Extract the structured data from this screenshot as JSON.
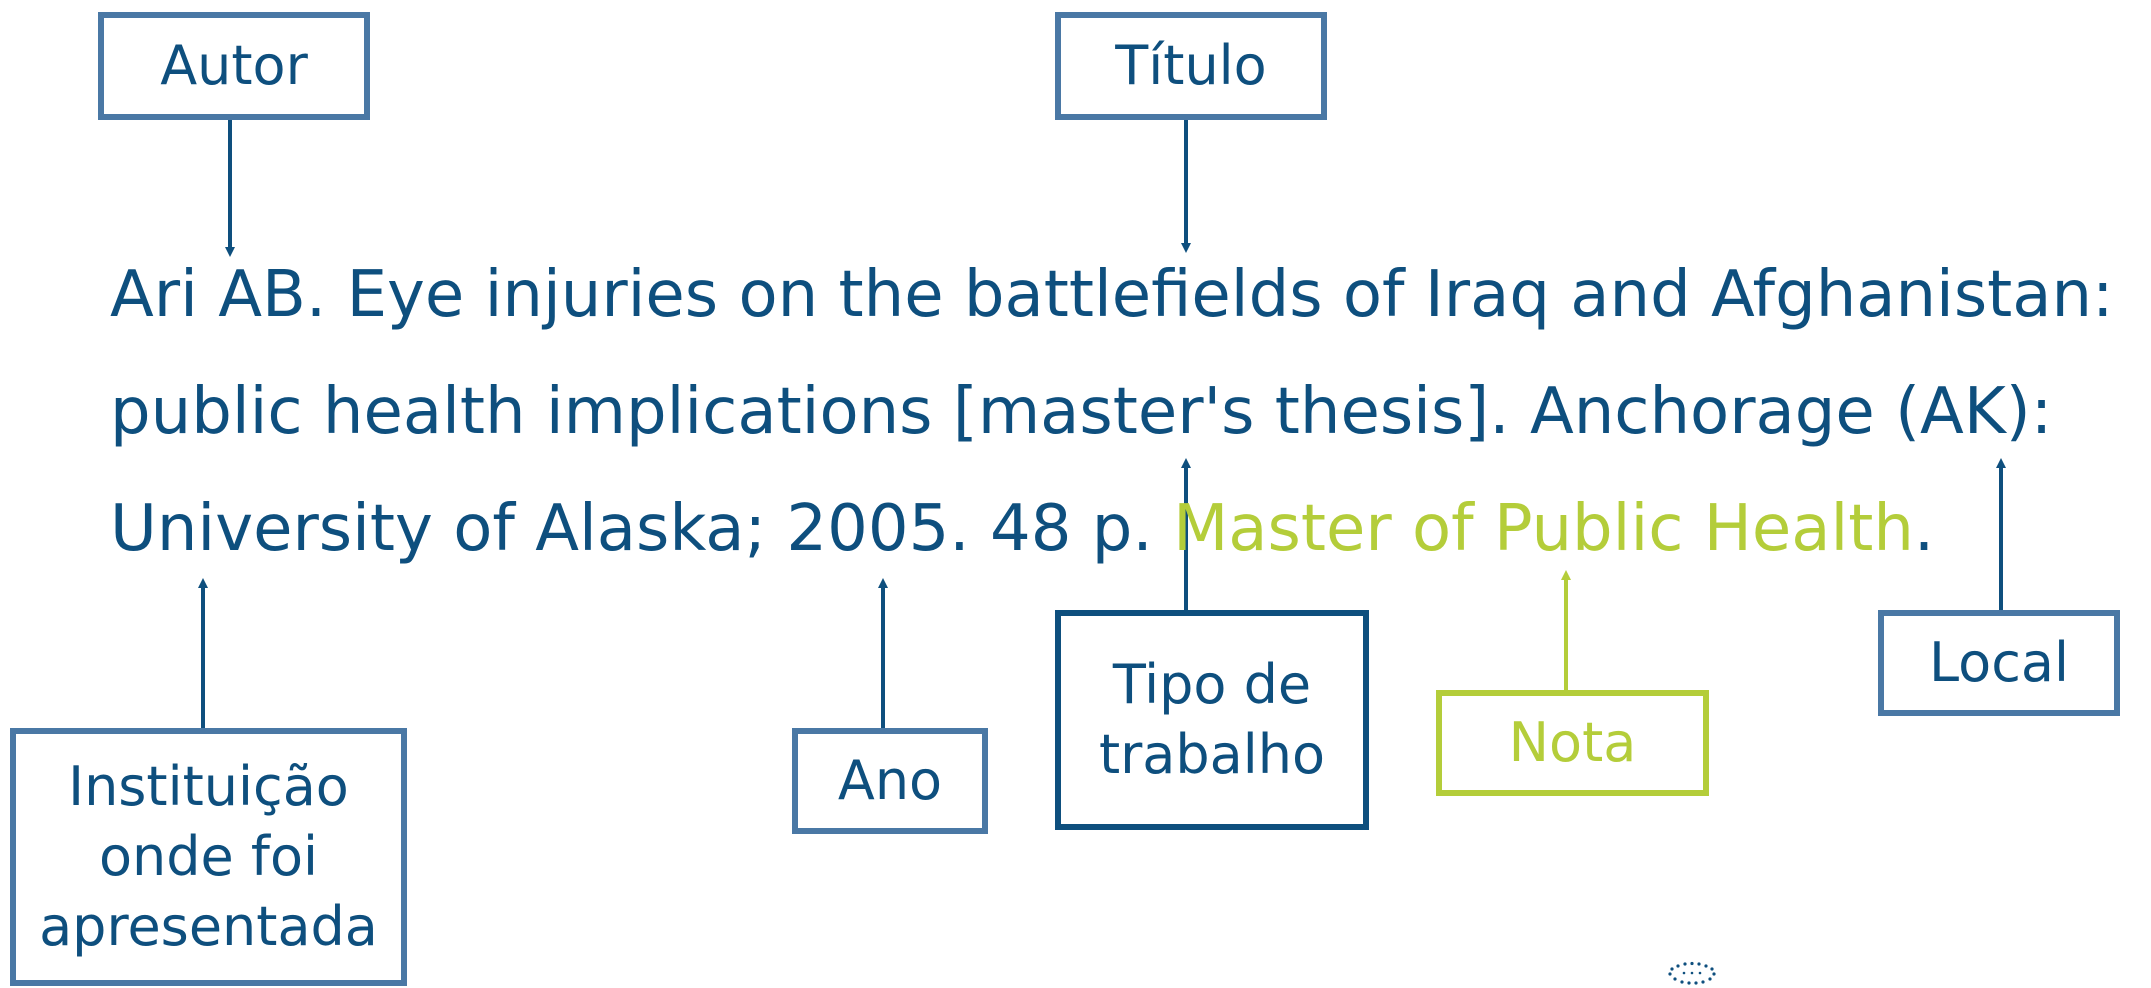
{
  "labels": {
    "autor": "Autor",
    "titulo": "Título",
    "instituicao": "Instituição\nonde foi\napresentada",
    "ano": "Ano",
    "tipo": "Tipo de\ntrabalho",
    "nota": "Nota",
    "local": "Local"
  },
  "citation": {
    "line1": "Ari AB. Eye injuries on the battlefields of Iraq and Afghanistan:",
    "line2": "public health implications [master's thesis]. Anchorage (AK):",
    "line3_main": "University of Alaska; 2005. 48 p. ",
    "line3_note": "Master of Public Health",
    "line3_end": "."
  },
  "colors": {
    "dark_blue": "#0e4f7e",
    "box_border": "#4a78a5",
    "note_green": "#b4cd3a"
  },
  "icons": {
    "logo": "dotted-ring-logo"
  }
}
